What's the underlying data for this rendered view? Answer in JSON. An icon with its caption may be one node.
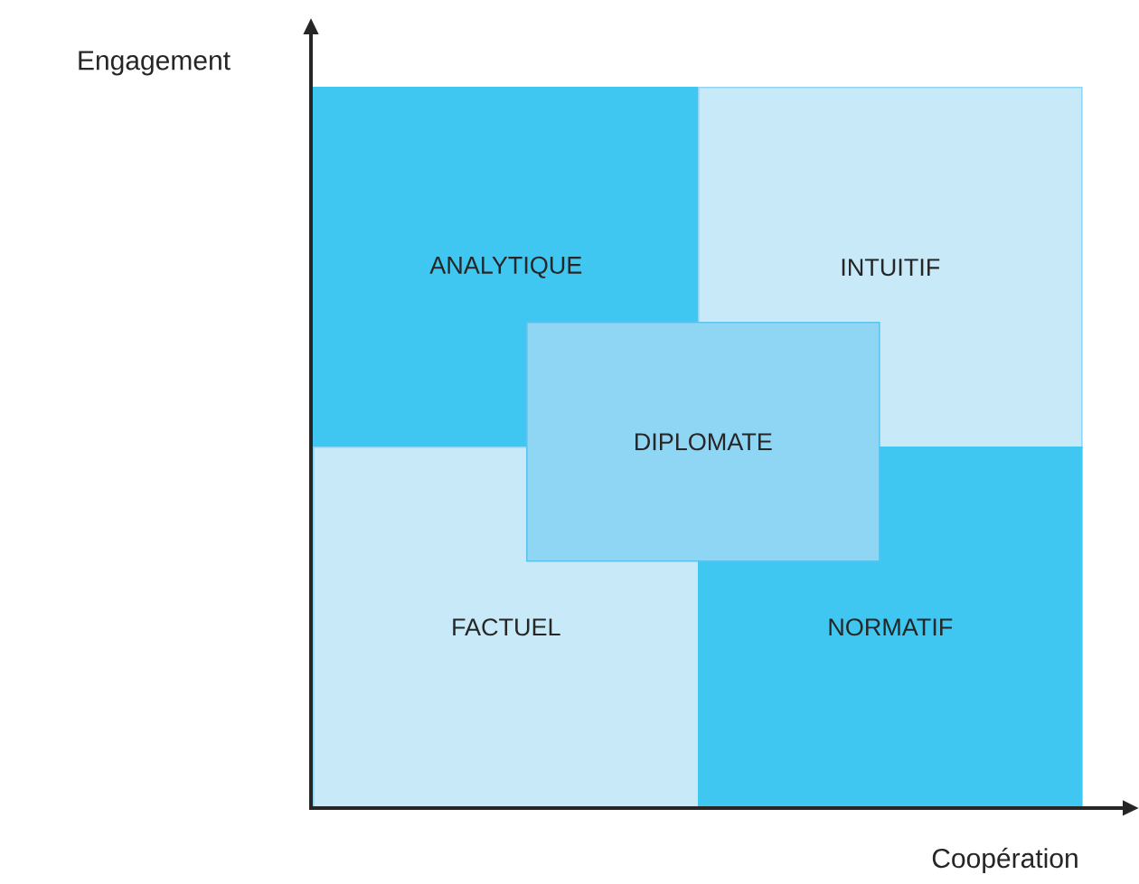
{
  "diagram": {
    "nodes": [
      {
        "text": [
          "ANALYTIQUE"
        ]
      },
      {
        "text": [
          "INTUITIF"
        ]
      },
      {
        "text": [
          "DIPLOMATE"
        ]
      },
      {
        "text": [
          "FACTUEL"
        ]
      },
      {
        "text": [
          "NORMATIF"
        ]
      }
    ],
    "labels": [
      "Engagement",
      "Coopération"
    ]
  }
}
